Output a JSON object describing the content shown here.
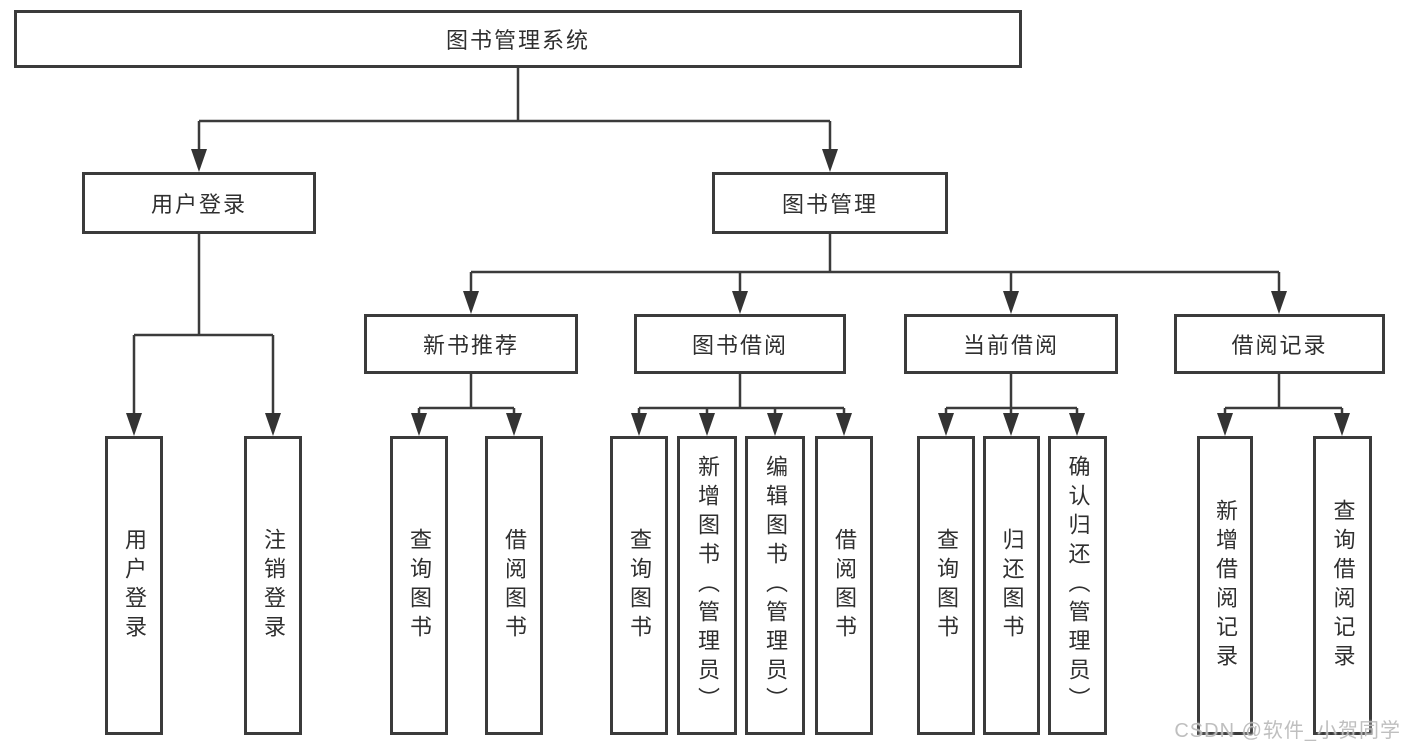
{
  "diagram": {
    "title": "图书管理系统",
    "tree": {
      "label": "图书管理系统",
      "children": [
        {
          "label": "用户登录",
          "children": [
            {
              "label": "用户登录"
            },
            {
              "label": "注销登录"
            }
          ]
        },
        {
          "label": "图书管理",
          "children": [
            {
              "label": "新书推荐",
              "children": [
                {
                  "label": "查询图书"
                },
                {
                  "label": "借阅图书"
                }
              ]
            },
            {
              "label": "图书借阅",
              "children": [
                {
                  "label": "查询图书"
                },
                {
                  "label": "新增图书（管理员）"
                },
                {
                  "label": "编辑图书（管理员）"
                },
                {
                  "label": "借阅图书"
                }
              ]
            },
            {
              "label": "当前借阅",
              "children": [
                {
                  "label": "查询图书"
                },
                {
                  "label": "归还图书"
                },
                {
                  "label": "确认归还（管理员）"
                }
              ]
            },
            {
              "label": "借阅记录",
              "children": [
                {
                  "label": "新增借阅记录"
                },
                {
                  "label": "查询借阅记录"
                }
              ]
            }
          ]
        }
      ]
    },
    "colors": {
      "line": "#3b3b3b",
      "border": "#3b3b3b",
      "text": "#2f2f2f",
      "background": "#ffffff",
      "watermark": "#bababa"
    }
  },
  "watermark": {
    "text": "CSDN @软件_小贺同学"
  }
}
